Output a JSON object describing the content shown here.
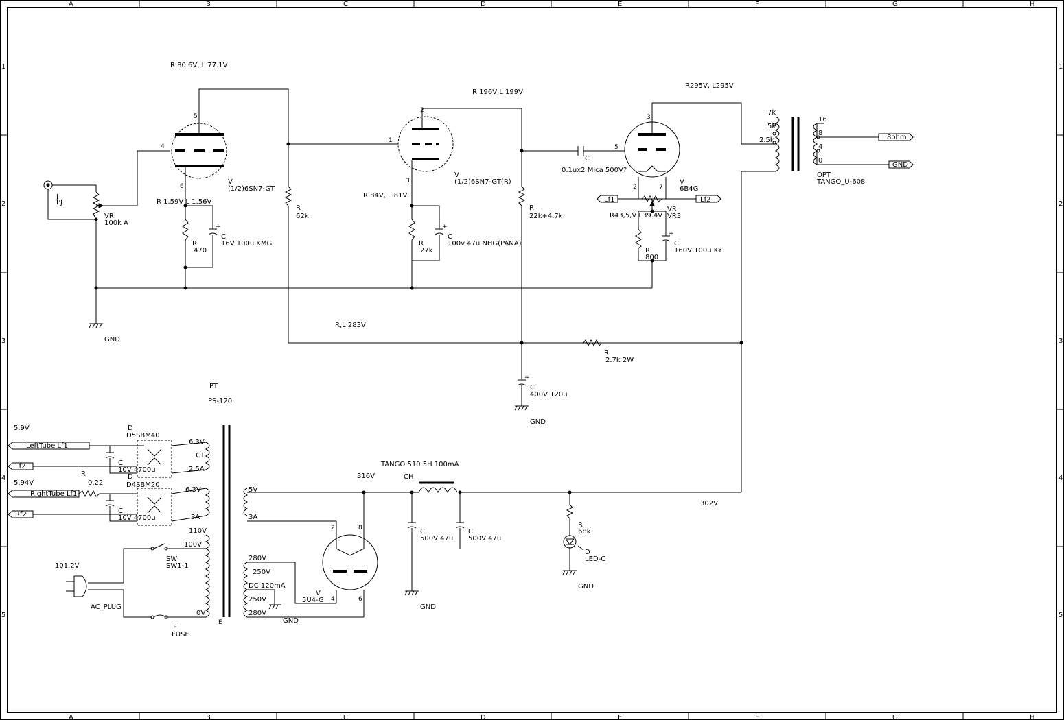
{
  "frame": {
    "columns": [
      "A",
      "B",
      "C",
      "D",
      "E",
      "F",
      "G",
      "H"
    ],
    "rows": [
      "1",
      "2",
      "3",
      "4",
      "5"
    ]
  },
  "labels": {
    "v1_volt": "R 80.6V, L 77.1V",
    "v1_name": "V",
    "v1_type": "(1/2)6SN7-GT",
    "v1_pin5": "5",
    "v1_pin4": "4",
    "v1_pin6": "6",
    "v1_cath_volt": "R 1.59V L 1.56V",
    "r470_name": "R",
    "r470_val": "470",
    "c1_name": "C",
    "c1_val": "16V 100u KMG",
    "r62k_name": "R",
    "r62k_val": "62k",
    "jack_name": "J",
    "jack_val": "PJ",
    "vr_name": "VR",
    "vr_val": "100k A",
    "gnd1": "GND",
    "v2_volt": "R 196V,L 199V",
    "v2_pin1": "1",
    "v2_pin2": "2",
    "v2_pin3": "3",
    "v2_name": "V",
    "v2_type": "(1/2)6SN7-GT(R)",
    "v2_cath_volt": "R 84V, L 81V",
    "r27k_name": "R",
    "r27k_val": "27k",
    "c2_name": "C",
    "c2_val": "100v 47u NHG(PANA)",
    "r22k_name": "R",
    "r22k_val": "22k+4.7k",
    "cc_name": "C",
    "cc_val": "0.1ux2 Mica 500V?",
    "v3_volt": "R295V, L295V",
    "v3_pin3": "3",
    "v3_pin5": "5",
    "v3_pin2": "2",
    "v3_pin7": "7",
    "v3_name": "V",
    "v3_type": "6B4G",
    "lf1": "Lf1",
    "lf2": "Lf2",
    "vr3_name": "VR",
    "vr3_val": "VR3",
    "v3_cath_volt": "R43,5,V L39.4V",
    "r800_name": "R",
    "r800_val": "800",
    "c3_name": "C",
    "c3_val": "160V 100u KY",
    "opt_7k": "7k",
    "opt_5k": "5k",
    "opt_25k": "2.5k",
    "opt_16": "16",
    "opt_8": "8",
    "opt_4": "4",
    "opt_0": "0",
    "opt_name": "OPT",
    "opt_type": "TANGO_U-608",
    "out_8ohm": "8ohm",
    "out_gnd": "GND",
    "b_volt": "R,L 283V",
    "r27w_name": "R",
    "r27w_val": "2.7k 2W",
    "c4_name": "C",
    "c4_val": "400V 120u",
    "gnd2": "GND",
    "pt_name": "PT",
    "pt_type": "PS-120",
    "v59": "5.9V",
    "d1_name": "D",
    "d1_type": "D5SBM40",
    "lefttube": "LeftTube Lf1",
    "lf2b": "Lf2",
    "c5_name": "C",
    "c5_val": "10V 4700u",
    "r022_name": "R",
    "r022_val": "0.22",
    "v594": "5.94V",
    "d2_name": "D",
    "d2_type": "D4SBM20",
    "righttube": "RightTube Lf1",
    "rf2": "Rf2",
    "c6_name": "C",
    "c6_val": "10V 4700u",
    "s63a": "6.3V",
    "sct": "CT",
    "s25a": "2.5A",
    "s63b": "6.3V",
    "s3a": "3A",
    "p110": "110V",
    "p100": "100V",
    "p0": "0V",
    "sw_name": "SW",
    "sw_type": "SW1-1",
    "v1012": "101.2V",
    "acplug": "AC_PLUG",
    "fuse_name": "F",
    "fuse_type": "FUSE",
    "pt_e": "E",
    "s5v": "5V",
    "s3a2": "3A",
    "s280a": "280V",
    "s250a": "250V",
    "sdc": "DC 120mA",
    "s250b": "250V",
    "s280b": "280V",
    "gnd3": "GND",
    "v4_name": "V",
    "v4_type": "5U4-G",
    "v4_pin2": "2",
    "v4_pin8": "8",
    "v4_pin4": "4",
    "v4_pin6": "6",
    "v316": "316V",
    "ch_type": "TANGO 510 5H 100mA",
    "ch_name": "CH",
    "c7_name": "C",
    "c7_val": "500V 47u",
    "c8_name": "C",
    "c8_val": "500V 47u",
    "gnd4": "GND",
    "r68k_name": "R",
    "r68k_val": "68k",
    "led_name": "D",
    "led_type": "LED-C",
    "gnd5": "GND",
    "v302": "302V"
  }
}
